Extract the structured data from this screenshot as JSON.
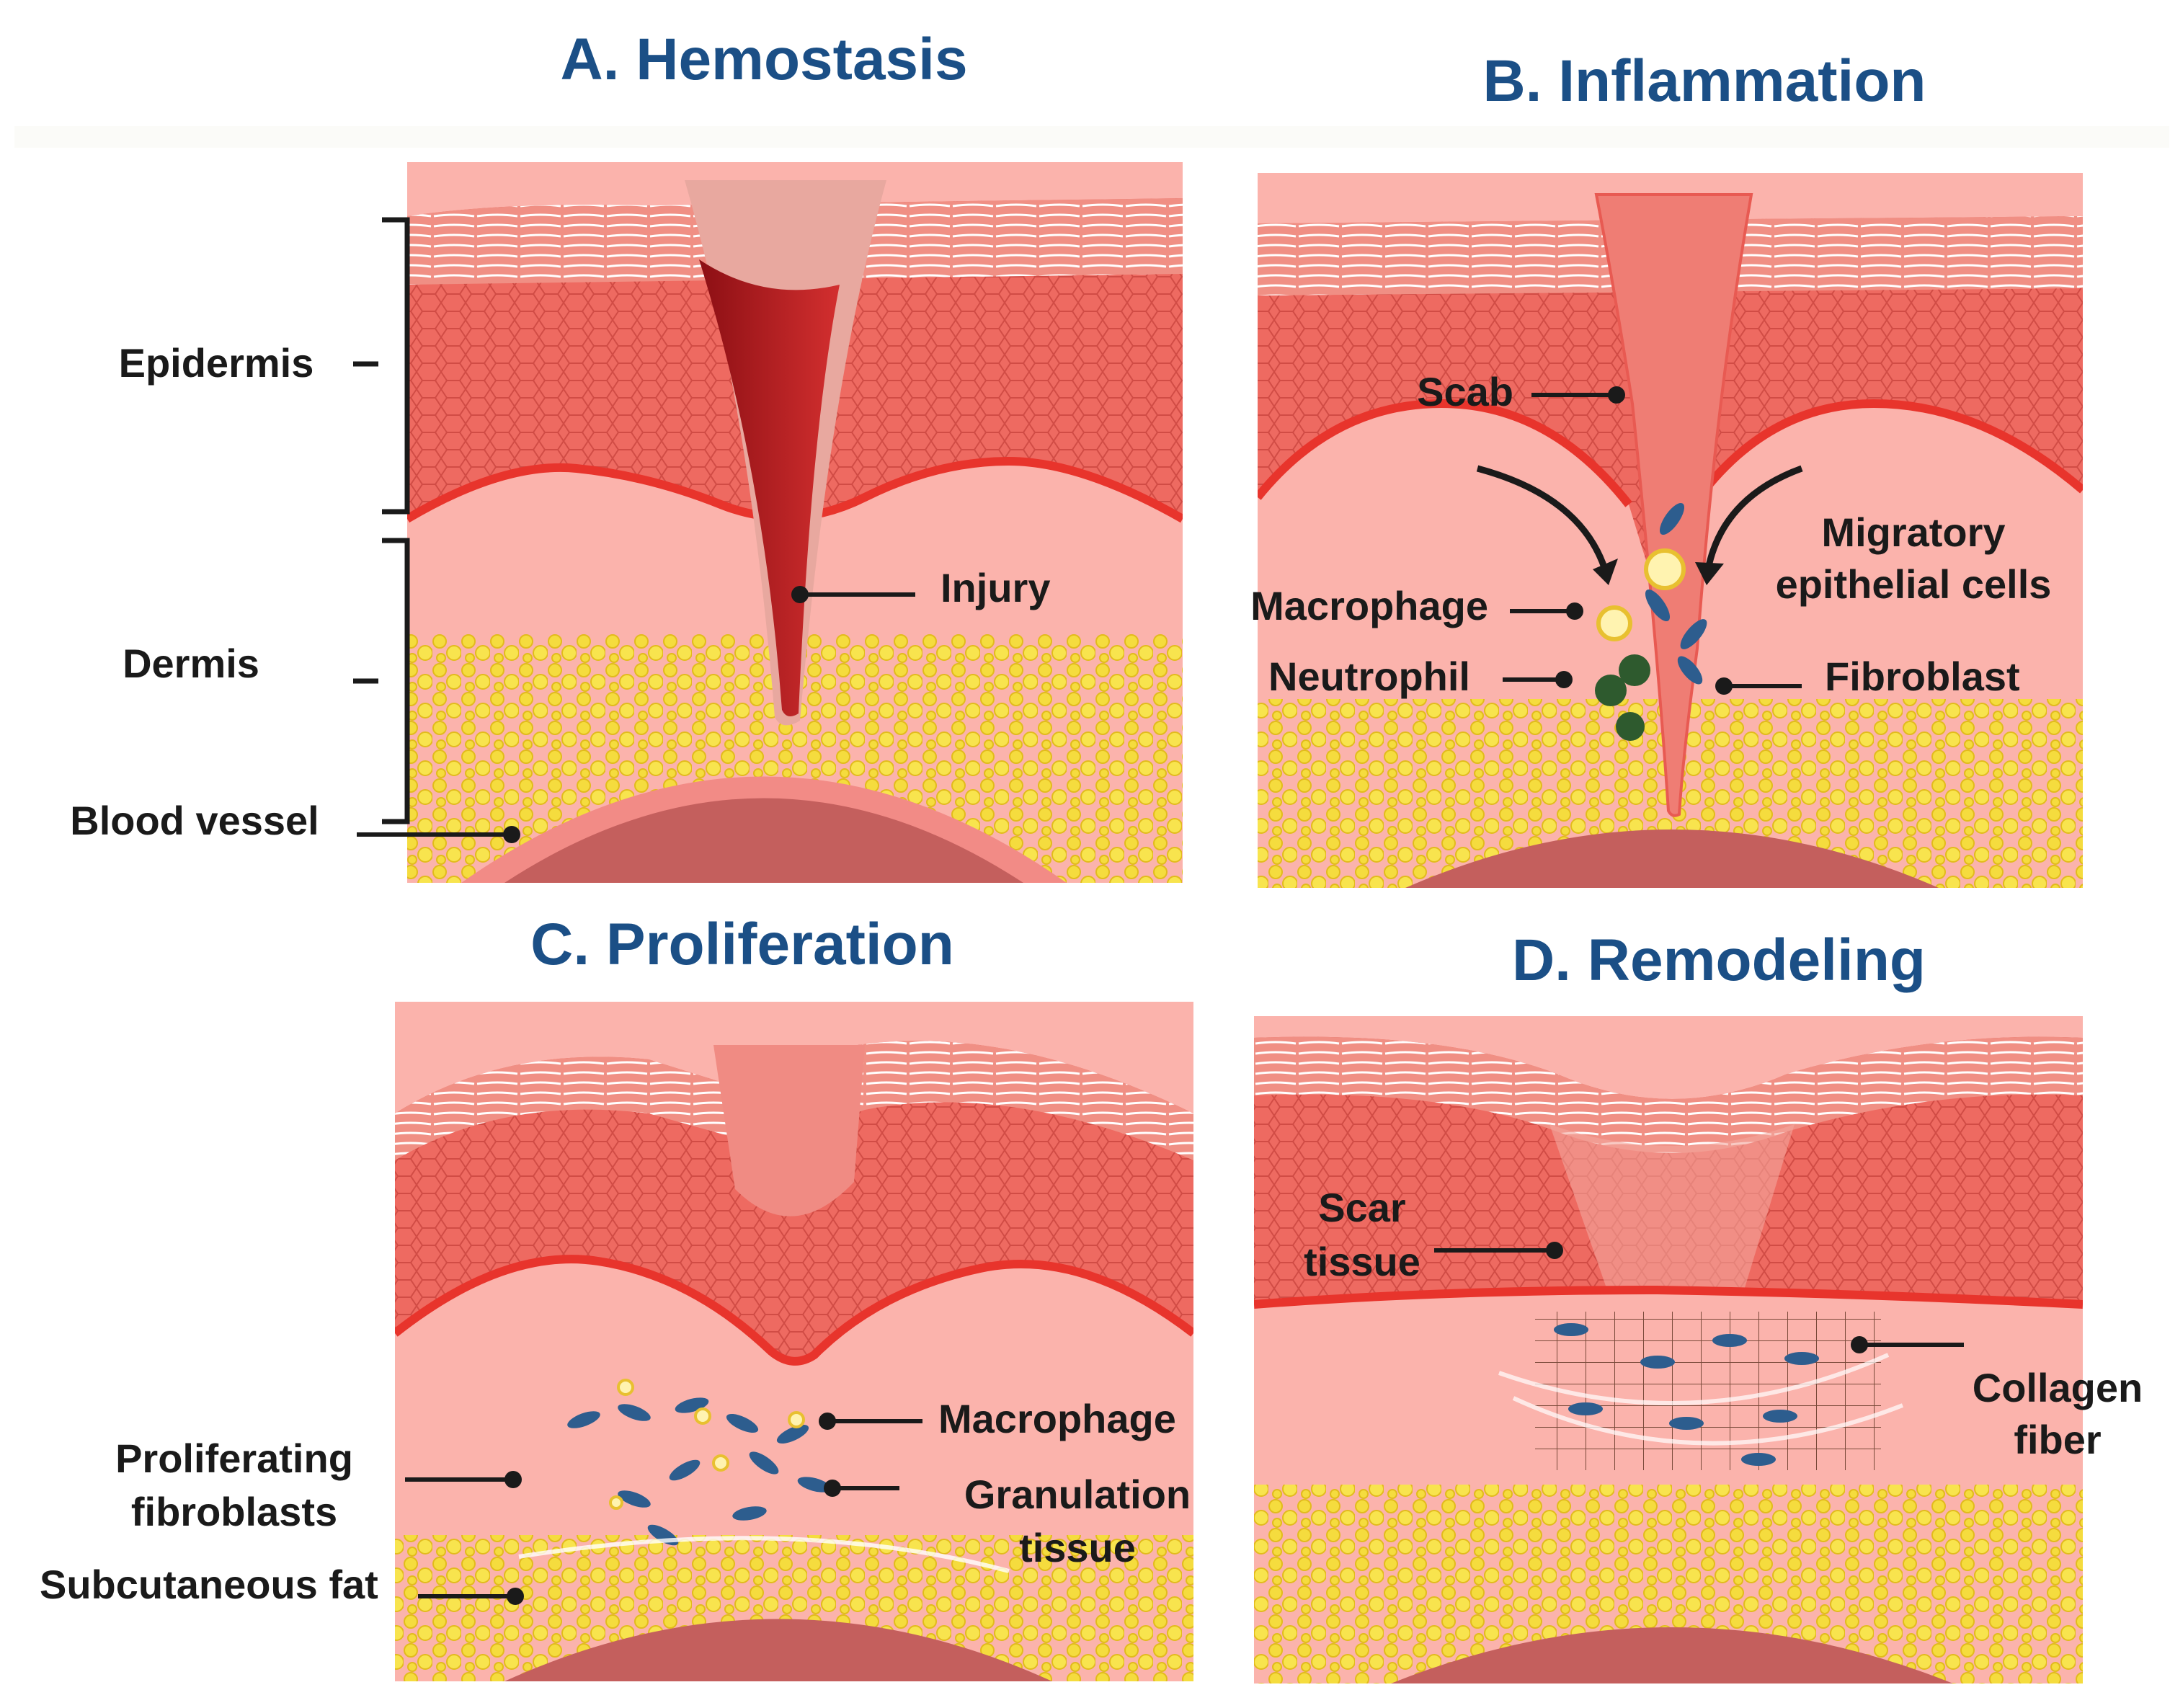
{
  "panels": [
    {
      "title": "A. Hemostasis"
    },
    {
      "title": "B. Inflammation"
    },
    {
      "title": "C. Proliferation"
    },
    {
      "title": "D. Remodeling"
    }
  ],
  "labels": {
    "epidermis": "Epidermis",
    "dermis": "Dermis",
    "blood_vessel": "Blood vessel",
    "injury": "Injury",
    "scab": "Scab",
    "migratory_1": "Migratory",
    "migratory_2": "epithelial cells",
    "macrophage_b": "Macrophage",
    "neutrophil": "Neutrophil",
    "fibroblast": "Fibroblast",
    "macrophage_c": "Macrophage",
    "prolif_1": "Proliferating",
    "prolif_2": "fibroblasts",
    "granulation_1": "Granulation",
    "granulation_2": "tissue",
    "subcutaneous_fat": "Subcutaneous fat",
    "scar_1": "Scar",
    "scar_2": "tissue",
    "collagen_1": "Collagen",
    "collagen_2": "fiber"
  },
  "colors": {
    "title": "#1b4f86",
    "epidermis": "#ee6a61",
    "stratum": "#f29a8d",
    "dermis": "#fbb3ac",
    "fat": "#f2d53a",
    "vessel": "#c45f5d",
    "blood": "#a3121a",
    "fibroblast": "#2d5d8e",
    "neutrophil": "#2e5a2e"
  }
}
